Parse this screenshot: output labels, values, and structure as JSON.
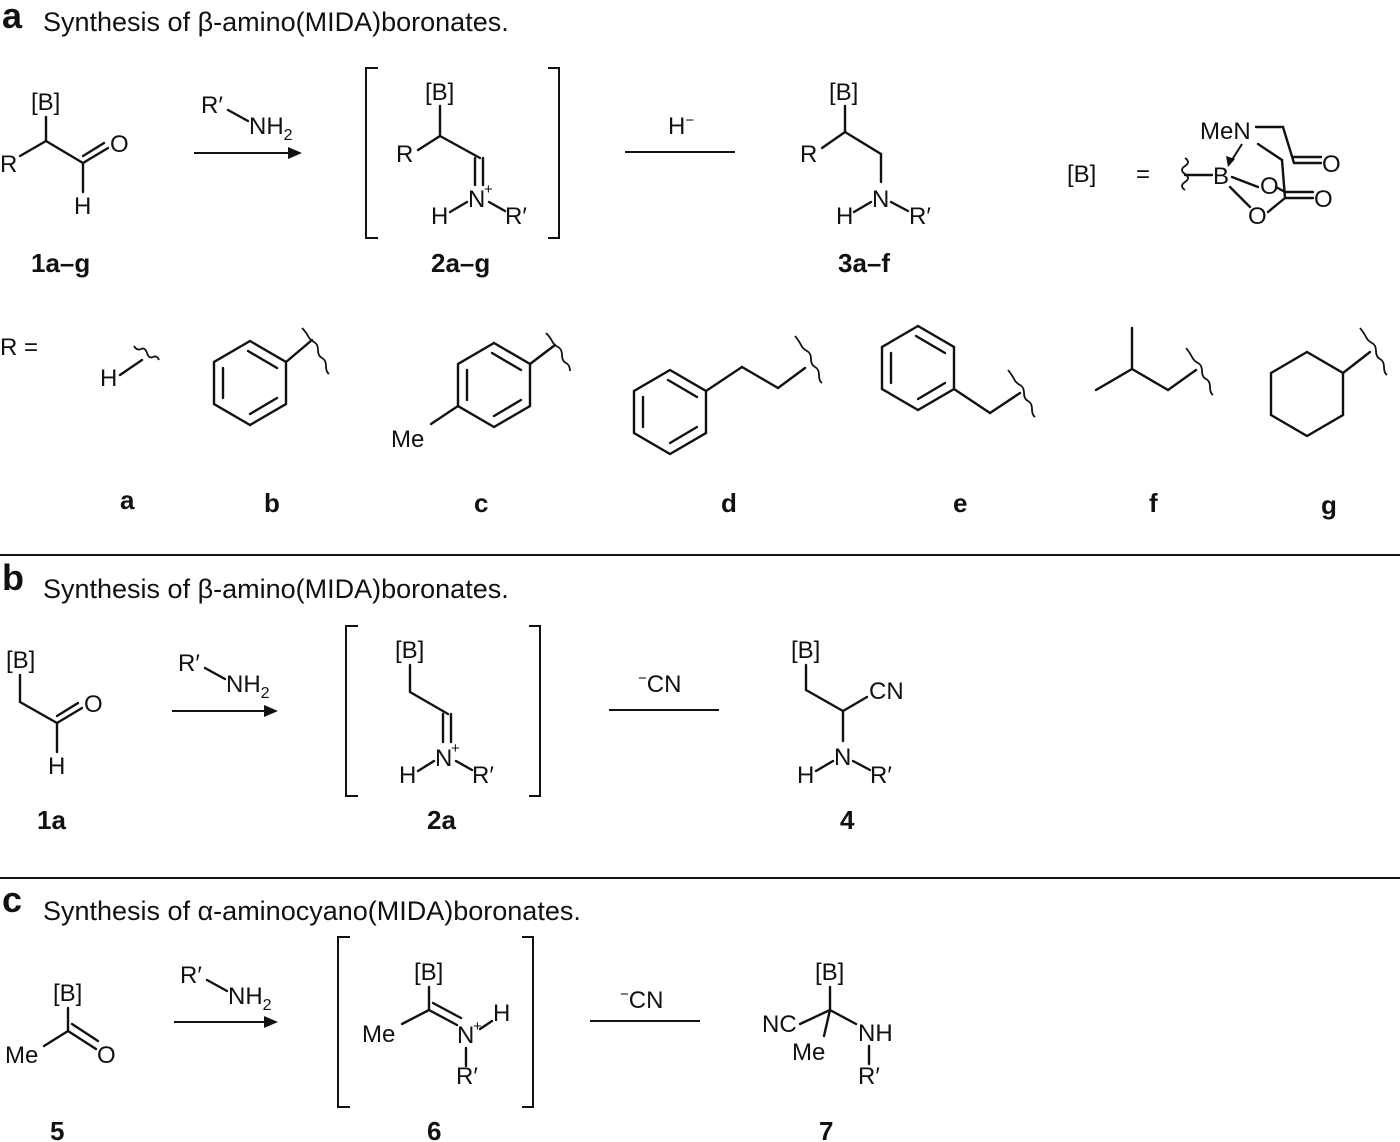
{
  "panels": [
    {
      "letter": "a",
      "title": "Synthesis of β-amino(MIDA)boronates."
    },
    {
      "letter": "b",
      "title": "Synthesis of β-amino(MIDA)boronates."
    },
    {
      "letter": "c",
      "title": "Synthesis of α-aminocyano(MIDA)boronates."
    }
  ],
  "atoms": {
    "boron_group": "[B]",
    "r": "R",
    "o": "O",
    "h": "H",
    "n": "N",
    "plus": "+",
    "r_prime": "R′",
    "nh": "NH",
    "nh2_n": "NH",
    "nh2_sub": "2",
    "equals": "=",
    "men": "MeN",
    "b": "B",
    "me": "Me",
    "cn": "CN",
    "nc": "NC",
    "r_equals": "R ="
  },
  "reagents": {
    "hydride": "H",
    "hydride_sup": "−",
    "cyanide_sup": "−",
    "cyanide": "CN"
  },
  "compounds": {
    "c1ag": "1a–g",
    "c2ag": "2a–g",
    "c3af": "3a–f",
    "c1a": "1a",
    "c2a": "2a",
    "c4": "4",
    "c5": "5",
    "c6": "6",
    "c7": "7"
  },
  "substituents": [
    "a",
    "b",
    "c",
    "d",
    "e",
    "f",
    "g"
  ]
}
